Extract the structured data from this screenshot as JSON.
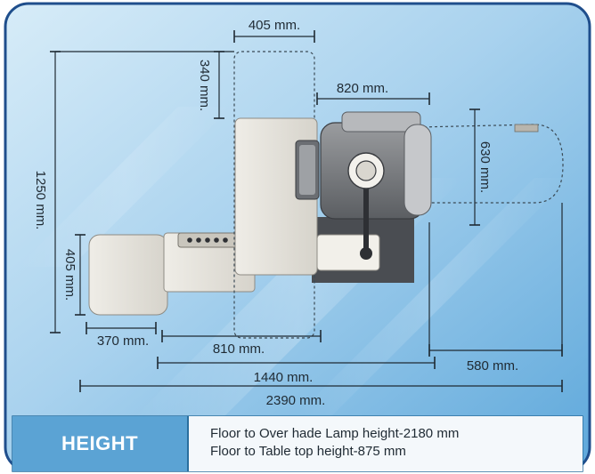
{
  "dimensions": {
    "d405_top": "405 mm.",
    "d340": "340 mm.",
    "d820": "820 mm.",
    "d630": "630 mm.",
    "d1250": "1250 mm.",
    "d405_left": "405 mm.",
    "d370": "370 mm.",
    "d810": "810 mm.",
    "d580": "580 mm.",
    "d1440": "1440 mm.",
    "d2390": "2390 mm."
  },
  "footer": {
    "label": "HEIGHT",
    "lines": [
      "Floor to Over hade Lamp height-2180 mm",
      "Floor to Table top height-875 mm"
    ]
  },
  "colors": {
    "frame_border": "#1f4e8c",
    "background_top": "#cfe6f5",
    "background_bottom": "#6fb3e0",
    "label_panel": "#5ba3d4",
    "equipment_light": "#e4e2dc",
    "equipment_dark": "#4a4d52"
  }
}
